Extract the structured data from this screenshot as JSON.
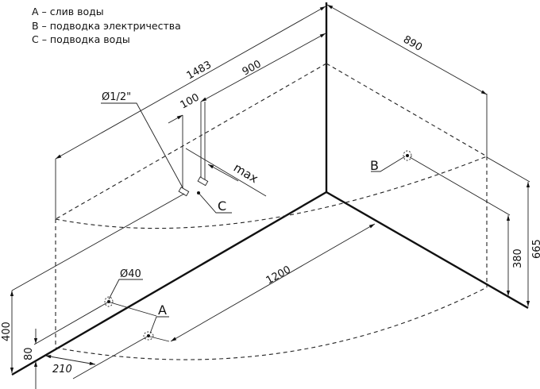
{
  "legend": [
    {
      "key": "A",
      "text": "A – слив воды"
    },
    {
      "key": "B",
      "text": "B – подводка электричества"
    },
    {
      "key": "C",
      "text": "C – подводка воды"
    }
  ],
  "dimensions": {
    "d1483": "1483",
    "d900": "900",
    "d100": "100",
    "d890": "890",
    "d1200": "1200",
    "d380": "380",
    "d665": "665",
    "d400": "400",
    "d80": "80",
    "d210": "210",
    "pipe_half": "Ø1/2\"",
    "drain_dia": "Ø40",
    "max": "max"
  },
  "markers": {
    "a": "A",
    "b": "B",
    "c": "C"
  }
}
